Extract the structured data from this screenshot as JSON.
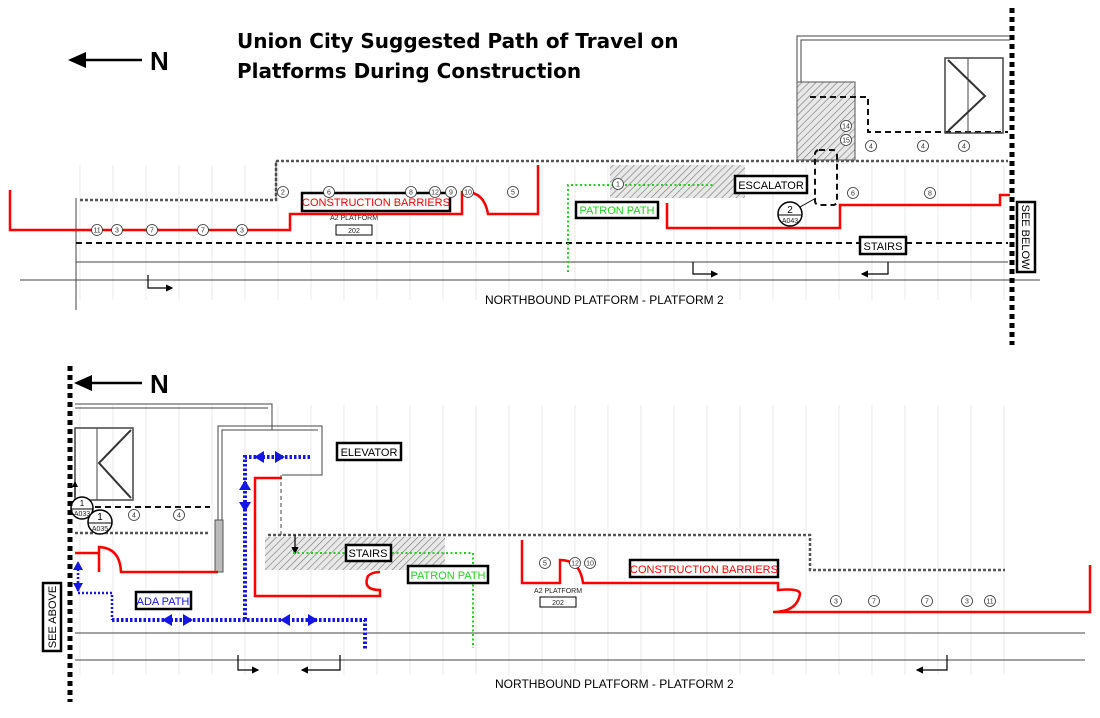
{
  "title": {
    "line1": "Union City Suggested Path of Travel on",
    "line2": "Platforms During Construction"
  },
  "north_label": "N",
  "top_plan": {
    "construction_barriers": "CONSTRUCTION BARRIERS",
    "escalator": "ESCALATOR",
    "patron_path": "PATRON PATH",
    "stairs": "STAIRS",
    "see_below": "SEE BELOW",
    "platform_name": "A2 PLATFORM",
    "platform_number": "202",
    "caption": "NORTHBOUND PLATFORM - PLATFORM 2",
    "detail_ref": {
      "number": "2",
      "sheet": "A043"
    },
    "markers": [
      "11",
      "3",
      "7",
      "7",
      "3",
      "2",
      "6",
      "8",
      "12",
      "9",
      "10",
      "5",
      "1",
      "14",
      "15",
      "4",
      "4",
      "4",
      "6",
      "8"
    ]
  },
  "bottom_plan": {
    "elevator": "ELEVATOR",
    "stairs": "STAIRS",
    "patron_path": "PATRON PATH",
    "ada_path": "ADA PATH",
    "construction_barriers": "CONSTRUCTION BARRIERS",
    "see_above": "SEE ABOVE",
    "platform_name": "A2 PLATFORM",
    "platform_number": "202",
    "caption": "NORTHBOUND PLATFORM - PLATFORM 2",
    "detail_ref": {
      "number": "1",
      "sheet": "A035"
    },
    "detail_ref_2": {
      "number": "1",
      "sheet": "A033"
    },
    "markers": [
      "4",
      "4",
      "5",
      "12",
      "10",
      "3",
      "7",
      "7",
      "3",
      "11"
    ]
  },
  "colors": {
    "barrier": "#ff0000",
    "patron_path": "#1ed41e",
    "ada_path": "#1515e6"
  }
}
